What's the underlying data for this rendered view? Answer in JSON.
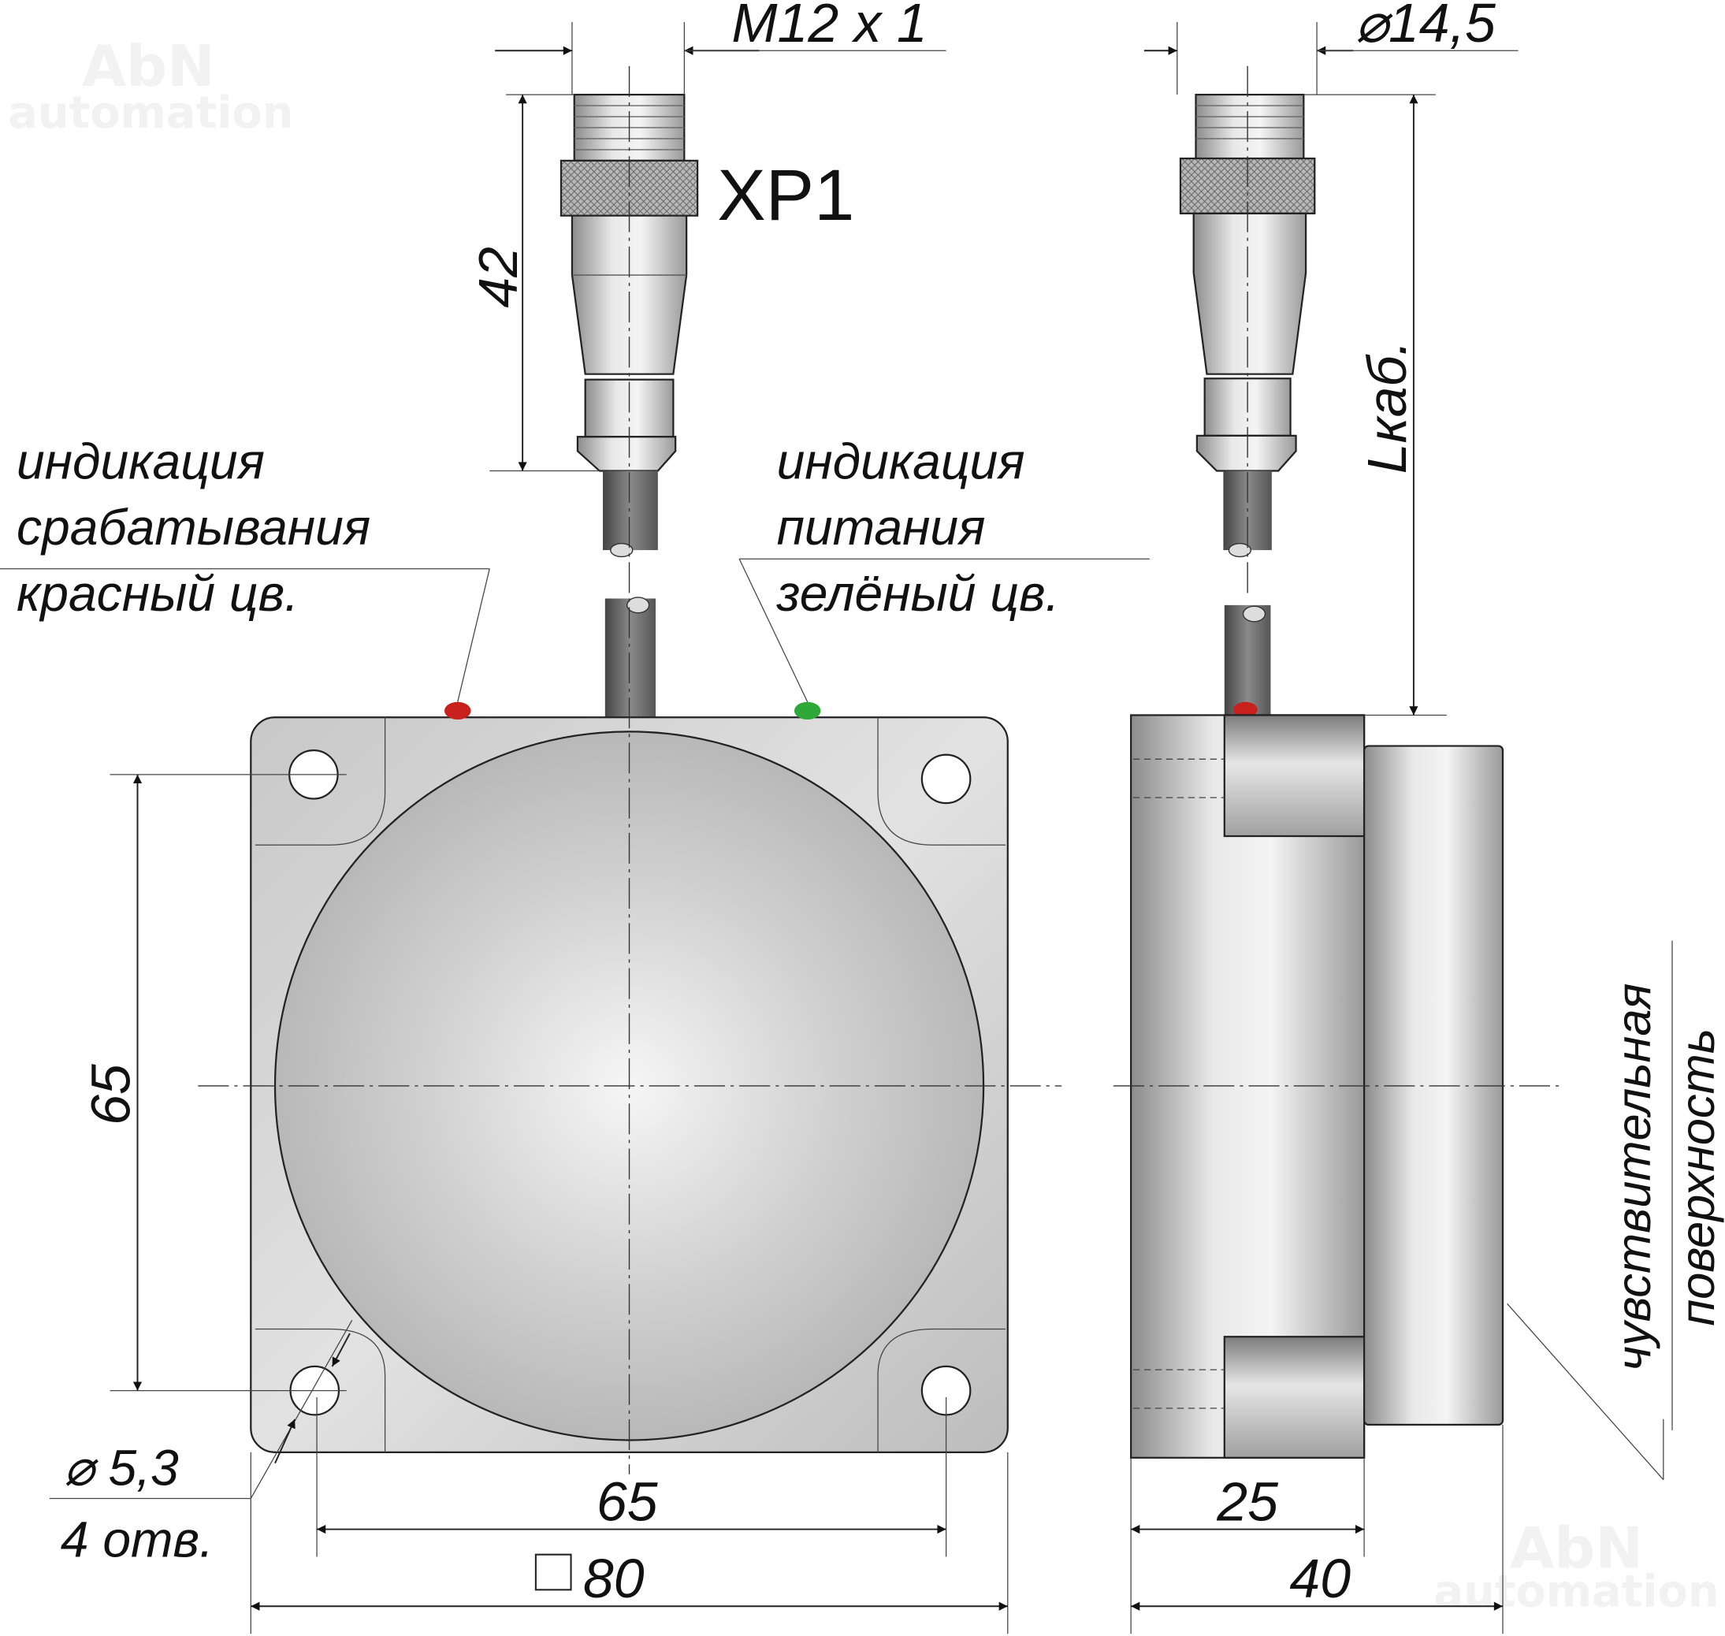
{
  "watermark": {
    "brand": "AbN",
    "sub": "automation"
  },
  "connector": {
    "label": "XP1",
    "thread": "M12 x 1",
    "diameter": "⌀14,5",
    "length": "42",
    "cable_length": "Lкаб."
  },
  "indicators": {
    "switching": {
      "line1": "индикация",
      "line2": "срабатывания",
      "line3": "красный цв.",
      "color": "#c8201c"
    },
    "power": {
      "line1": "индикация",
      "line2": "питания",
      "line3": "зелёный цв.",
      "color": "#2ea836"
    }
  },
  "dimensions": {
    "hole_spacing_vertical": "65",
    "hole_spacing_horizontal": "65",
    "body_size": "80",
    "hole_diameter": "⌀ 5,3",
    "hole_count": "4 отв.",
    "side_depth_body": "25",
    "side_depth_total": "40"
  },
  "sensing_surface": {
    "line1": "чувствительная",
    "line2": "поверхность"
  }
}
